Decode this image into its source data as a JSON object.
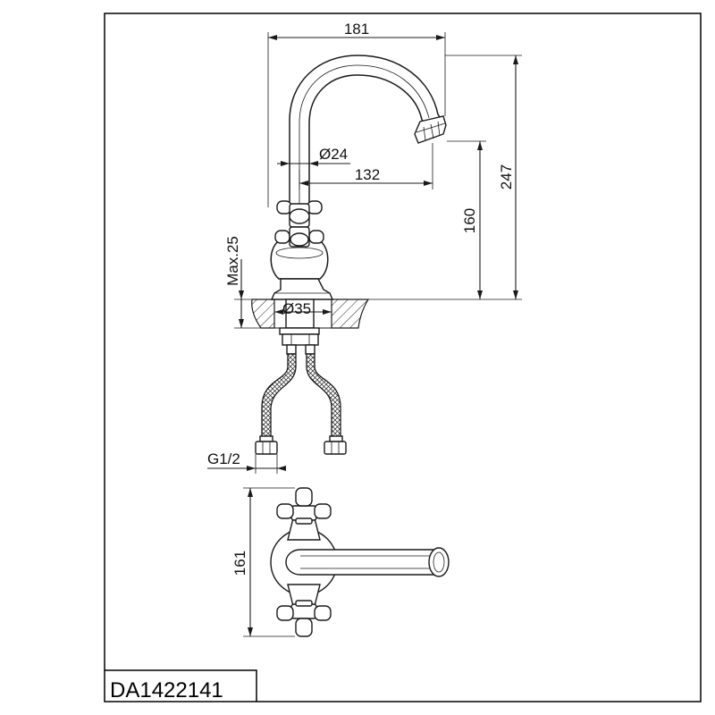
{
  "drawing": {
    "model_code": "DA1422141",
    "dimensions": {
      "spout_reach": "181",
      "spout_diameter": "Ø24",
      "handle_to_outlet": "132",
      "outlet_height": "160",
      "total_height": "247",
      "max_counter_thickness": "Max.25",
      "mounting_hole": "Ø35",
      "hose_thread": "G1/2",
      "handle_span": "161"
    }
  }
}
